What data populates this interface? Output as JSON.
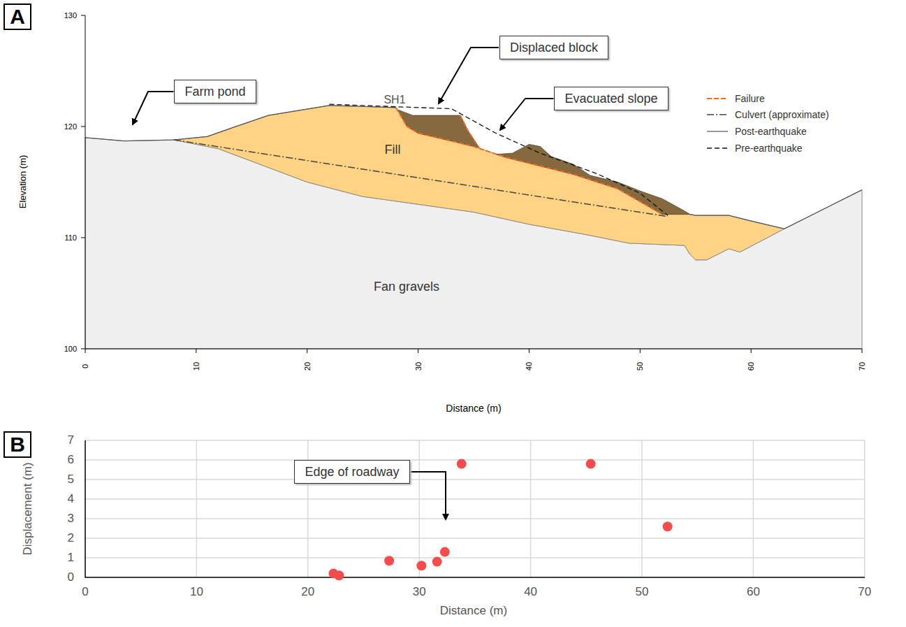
{
  "diagram": {
    "nodes": [
      {
        "text": [
          "A"
        ]
      },
      {
        "text": [
          "Farm pond"
        ]
      },
      {
        "text": [
          "Displaced block"
        ]
      },
      {
        "text": [
          "Evacuated slope"
        ]
      },
      {
        "text": [
          "B"
        ]
      },
      {
        "text": [
          "Edge of roadway"
        ]
      }
    ],
    "labels": [
      "SH1",
      "Fill",
      "Fan gravels",
      "130",
      "120",
      "110",
      "100",
      "0",
      "10",
      "20",
      "30",
      "40",
      "50",
      "60",
      "70",
      "Elevation (m)",
      "Distance (m)",
      "0",
      "1",
      "2",
      "3",
      "4",
      "5",
      "6",
      "7",
      "0",
      "10",
      "20",
      "30",
      "40",
      "50",
      "60",
      "70",
      "Displacement (m)",
      "Distance (m)"
    ],
    "legend": [
      {
        "text": "Failure"
      },
      {
        "text": "Culvert (approximate)"
      },
      {
        "text": "Post-earthquake"
      },
      {
        "text": "Pre-earthquake"
      }
    ]
  }
}
